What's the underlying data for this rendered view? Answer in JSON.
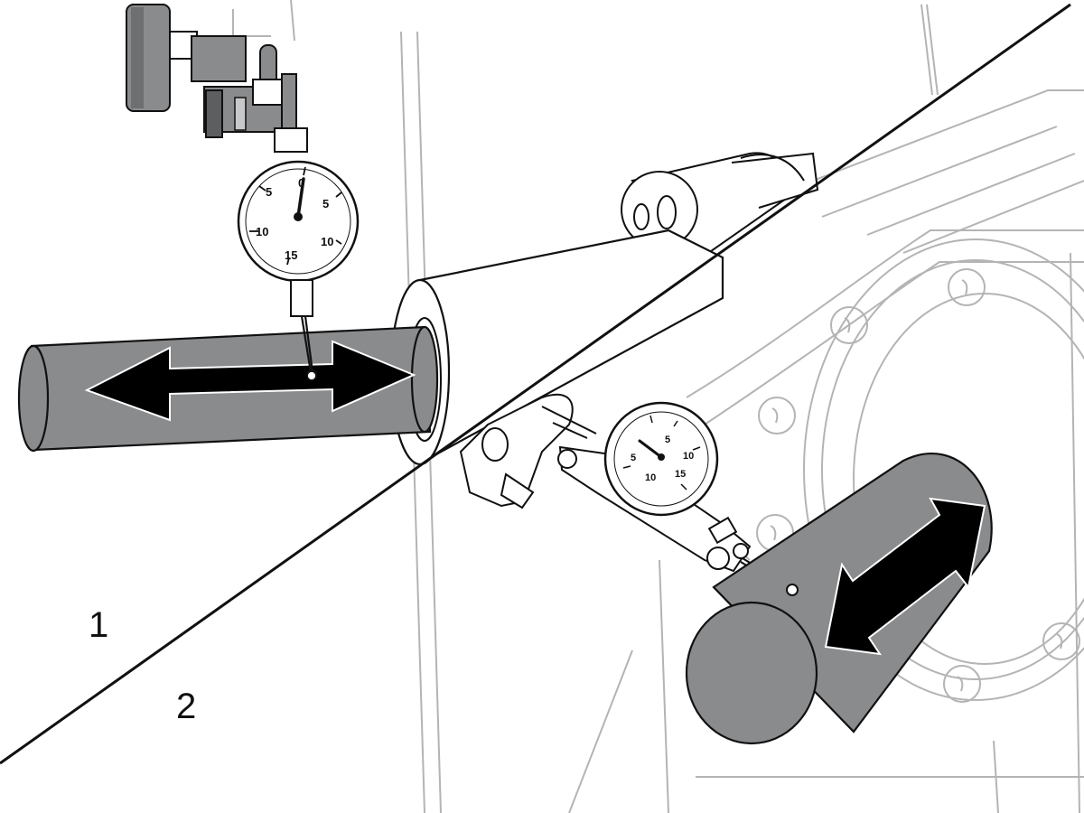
{
  "panels": [
    {
      "id": "1",
      "label": "1"
    },
    {
      "id": "2",
      "label": "2"
    }
  ],
  "dial_1": {
    "labels": [
      "5",
      "0",
      "5",
      "10",
      "15",
      "10"
    ]
  },
  "dial_2": {
    "labels": [
      "5",
      "10",
      "15",
      "10",
      "5"
    ]
  },
  "colors": {
    "shaft": "#8a8b8d",
    "arrow": "#000000",
    "line_art": "#b4b4b4",
    "ink": "#111111"
  }
}
